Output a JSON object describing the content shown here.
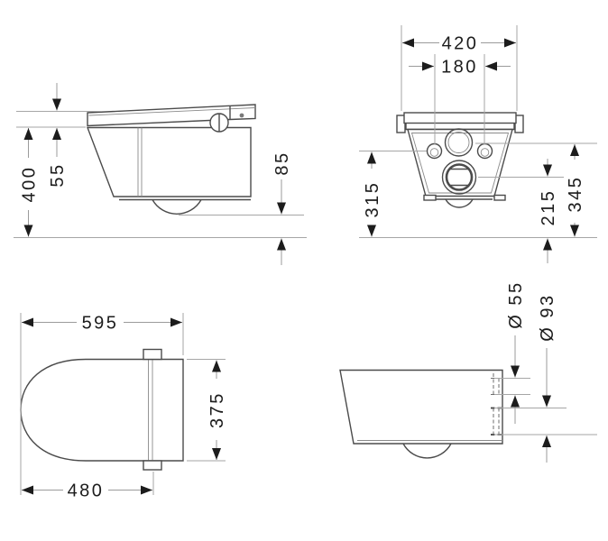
{
  "drawing": {
    "background_color": "#ffffff",
    "outline_color": "#4b4b4b",
    "dimension_line_color": "#a6a6a6",
    "annotation_color": "#1c1c1c",
    "views": {
      "side_with_seat": {
        "dims": {
          "rim_height": "400",
          "seat_lid_stack": "55",
          "trap_clearance": "85"
        }
      },
      "back": {
        "dims": {
          "overall_width": "420",
          "fixing_hole_spacing": "180",
          "fixing_hole_height": "315",
          "outlet_height": "215",
          "inlet_height": "345"
        }
      },
      "top": {
        "dims": {
          "overall_depth": "595",
          "overall_width": "375",
          "seat_front_depth": "480"
        }
      },
      "side_connections": {
        "dims": {
          "inlet_diameter": "Ø 55",
          "outlet_diameter": "Ø 93"
        }
      }
    }
  }
}
